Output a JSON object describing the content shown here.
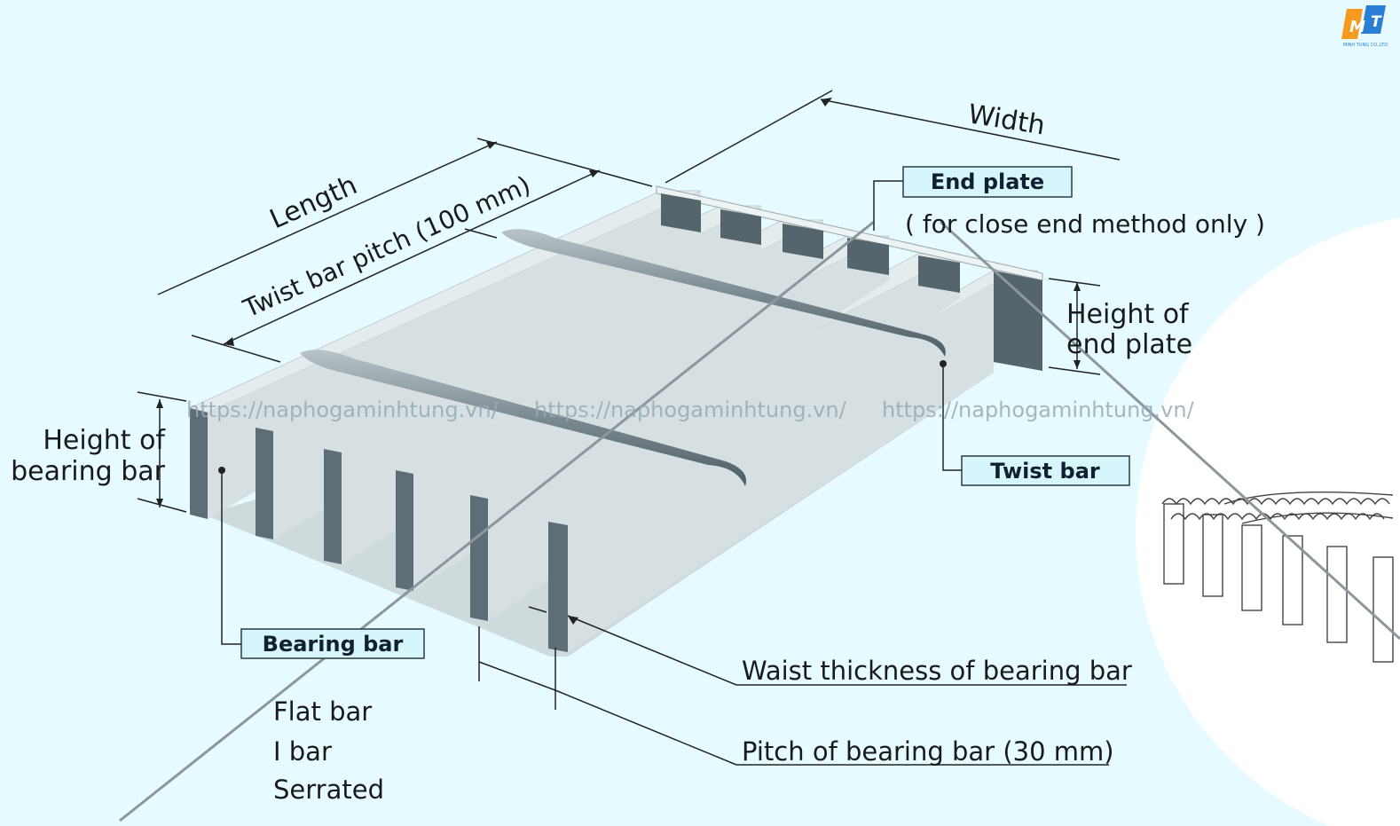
{
  "logo": {
    "letters": [
      "M",
      "T"
    ],
    "caption": "MINH TUNG CO.,LTD",
    "colors": {
      "m": "#f59a1c",
      "t": "#2a7fd4"
    }
  },
  "dimensions": {
    "width": "Width",
    "length": "Length",
    "twist_bar_pitch": "Twist bar pitch (100 mm)",
    "height_of_end_plate": [
      "Height of",
      "end plate"
    ],
    "height_of_bearing_bar": [
      "Height of",
      "bearing bar"
    ]
  },
  "callouts": {
    "end_plate": "End plate",
    "end_plate_note": "( for close end method only )",
    "twist_bar": "Twist bar",
    "bearing_bar": "Bearing bar",
    "waist_thickness": "Waist thickness of bearing bar",
    "pitch_of_bearing_bar": "Pitch of bearing bar (30 mm)"
  },
  "bar_types": [
    "Flat bar",
    "I bar",
    "Serrated"
  ],
  "watermark": [
    "https://naphogaminhtung.vn/",
    "https://naphogaminhtung.vn/",
    "https://naphogaminhtung.vn/"
  ],
  "colors": {
    "background": "#e6fbff",
    "box_fill": "#d6f6fb",
    "box_stroke": "#2a3b44",
    "bar_light": "#e4ecee",
    "bar_dark": "#5f6e76"
  }
}
